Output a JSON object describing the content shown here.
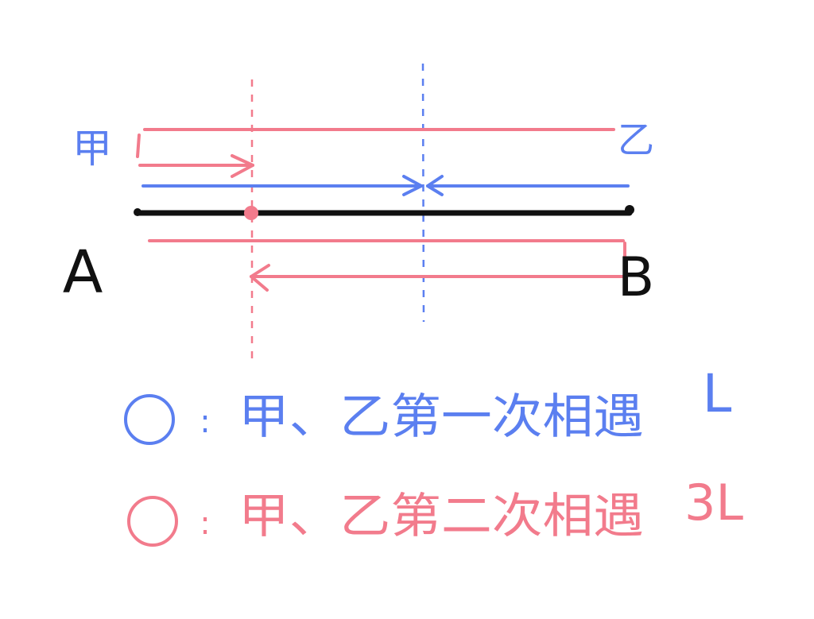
{
  "points": {
    "a_label": "A",
    "b_label": "B"
  },
  "people": {
    "jia": "甲",
    "yi": "乙"
  },
  "legend": [
    {
      "marker": "circle",
      "separator": ":",
      "text": "甲、乙第一次相遇",
      "distance": "L",
      "color": "#5b7ff0"
    },
    {
      "marker": "circle",
      "separator": ":",
      "text": "甲、乙第二次相遇",
      "distance": "3L",
      "color": "#f27b8c"
    }
  ],
  "colors": {
    "road": "#111111",
    "blue": "#5b7ff0",
    "pink": "#f27b8c"
  }
}
